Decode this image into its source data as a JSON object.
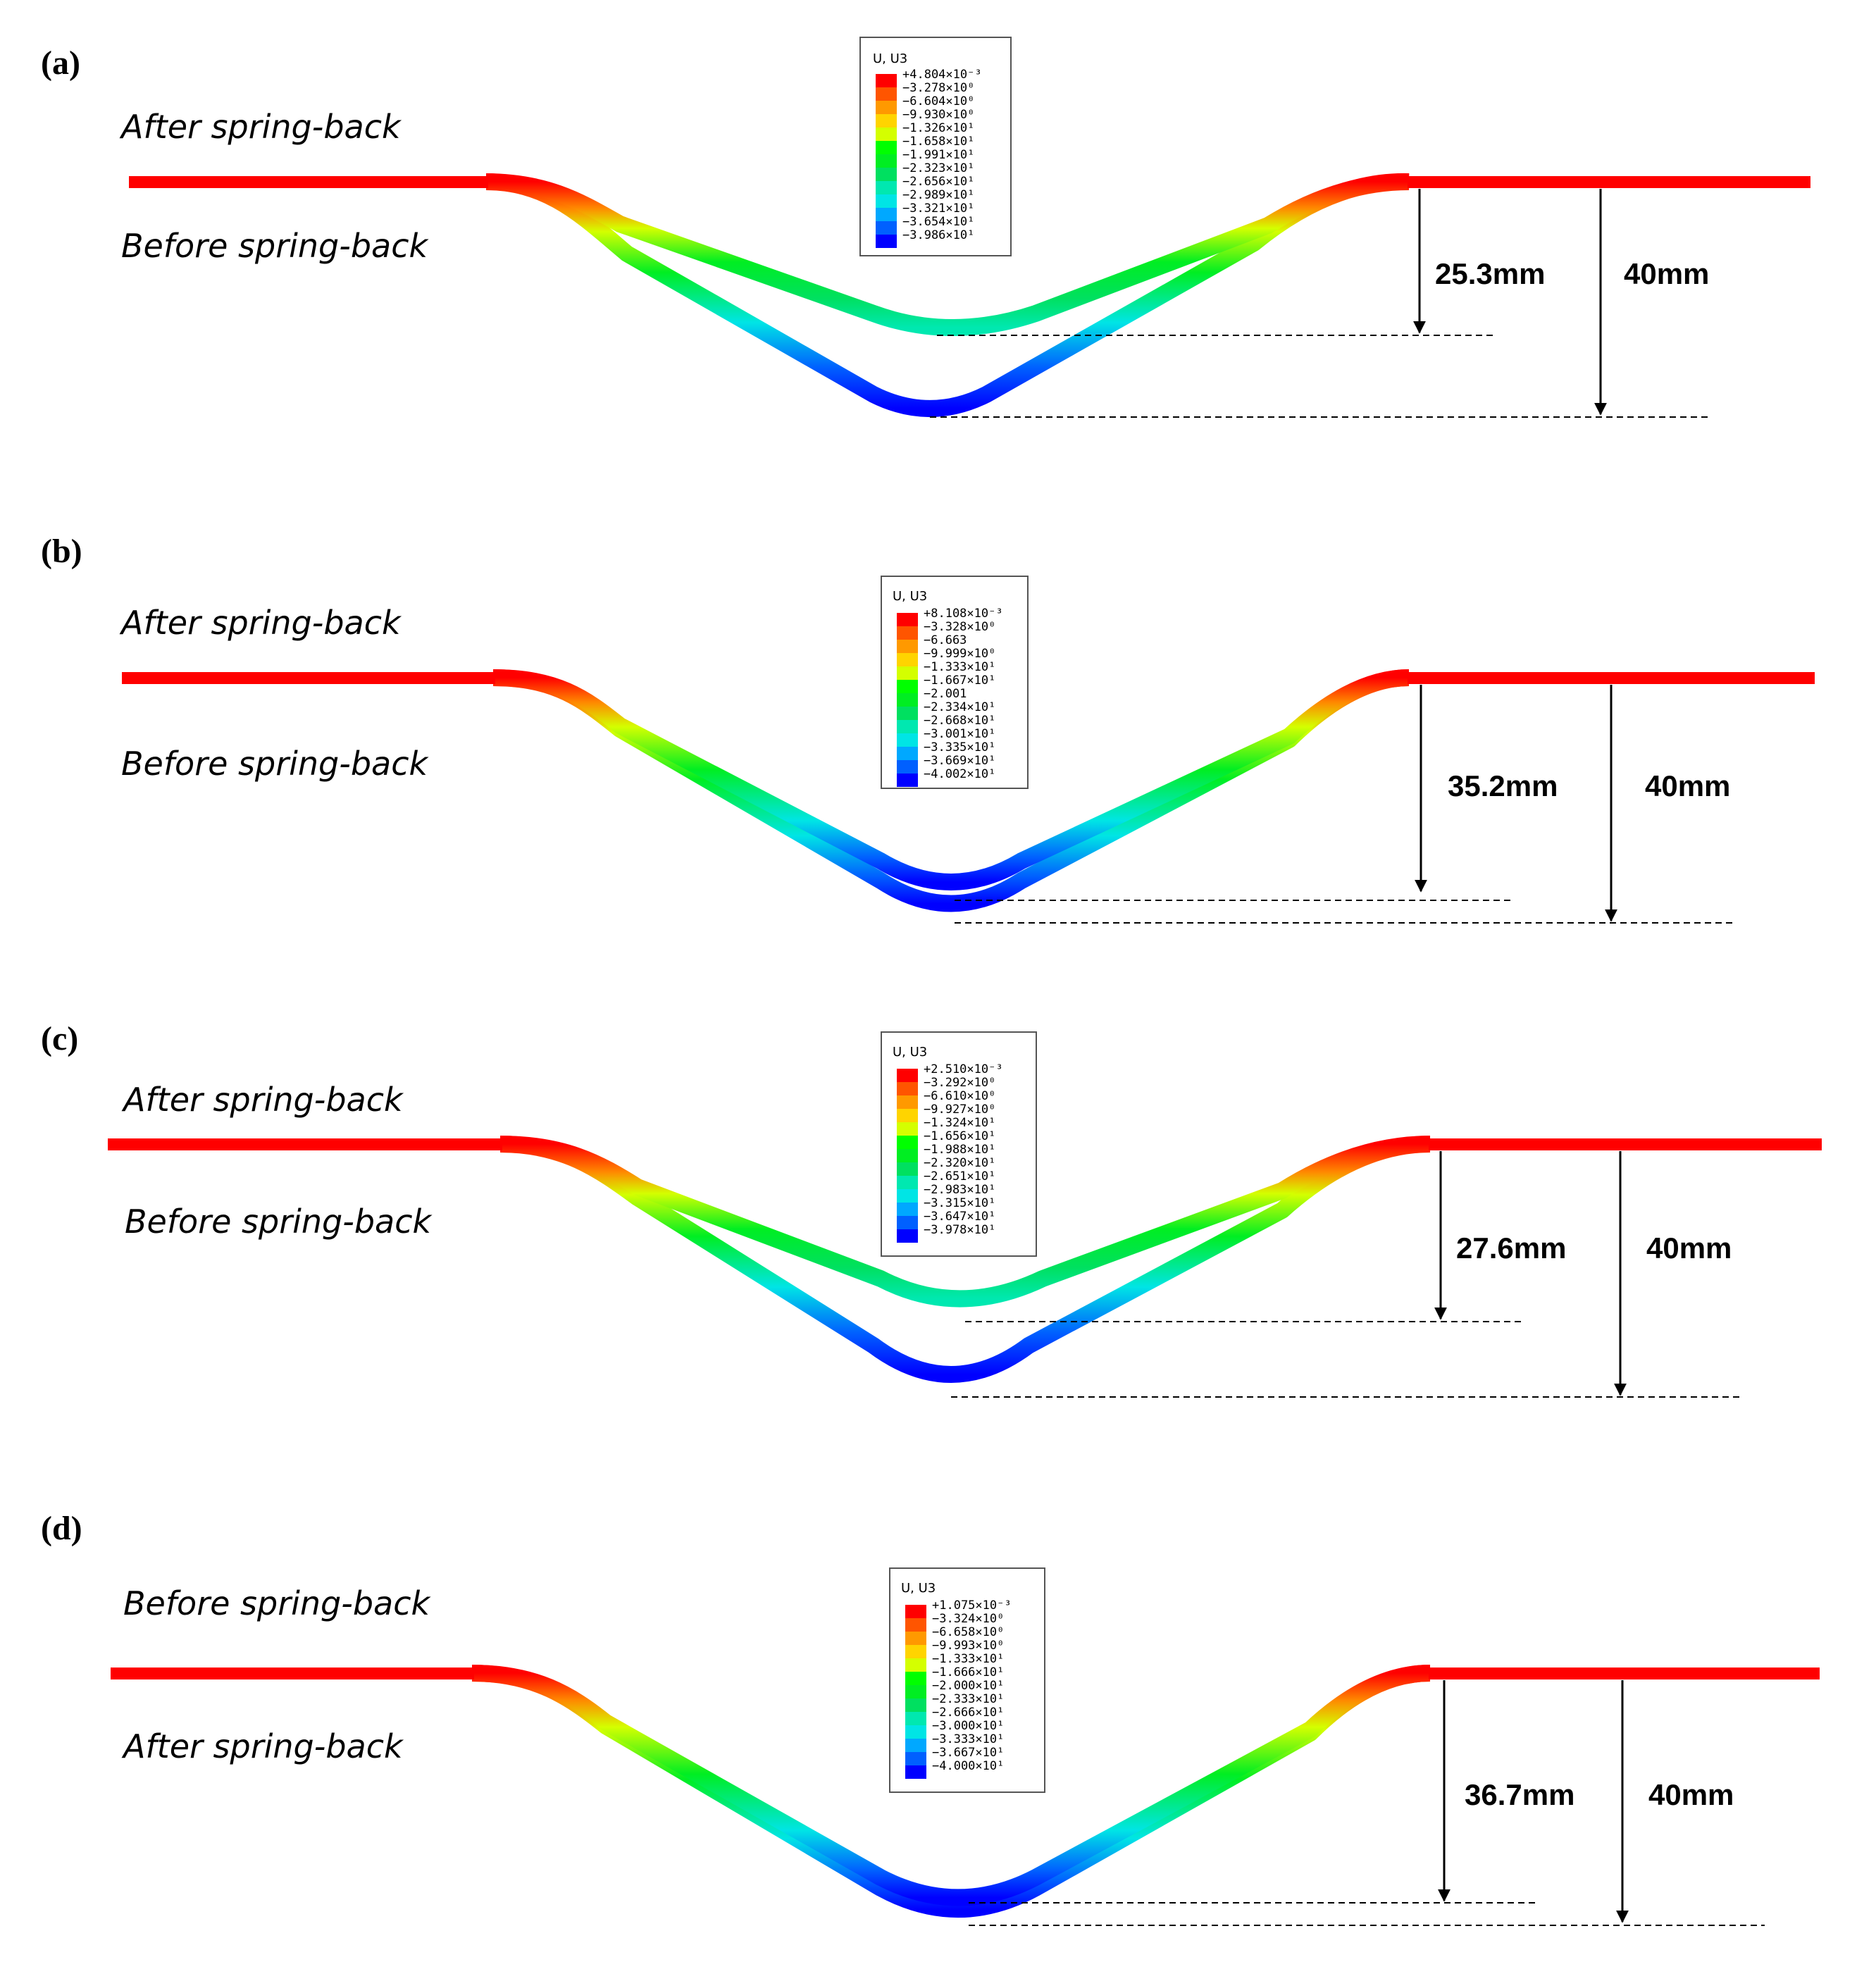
{
  "colors": {
    "contour": [
      "#ff0000",
      "#ff5500",
      "#ff9900",
      "#ffd400",
      "#d4ff00",
      "#00ff00",
      "#00ee22",
      "#00e060",
      "#00e8b0",
      "#00e5e5",
      "#00a8ff",
      "#0060ff",
      "#0000ff"
    ],
    "background": "#ffffff",
    "annotation": "#000000"
  },
  "panels": [
    {
      "id": "a",
      "letter": "(a)",
      "label_top": "After spring-back",
      "label_bottom": "Before spring-back",
      "legend": {
        "title": "U, U3",
        "values": [
          "+4.804×10⁻³",
          "−3.278×10⁰",
          "−6.604×10⁰",
          "−9.930×10⁰",
          "−1.326×10¹",
          "−1.658×10¹",
          "−1.991×10¹",
          "−2.323×10¹",
          "−2.656×10¹",
          "−2.989×10¹",
          "−3.321×10¹",
          "−3.654×10¹",
          "−3.986×10¹"
        ]
      },
      "shallow_depth_label": "25.3mm",
      "full_depth_label": "40mm",
      "shallow_depth_mm": 25.3,
      "full_depth_mm": 40
    },
    {
      "id": "b",
      "letter": "(b)",
      "label_top": "After spring-back",
      "label_bottom": "Before spring-back",
      "legend": {
        "title": "U, U3",
        "values": [
          "+8.108×10⁻³",
          "−3.328×10⁰",
          "−6.663",
          "−9.999×10⁰",
          "−1.333×10¹",
          "−1.667×10¹",
          "−2.001",
          "−2.334×10¹",
          "−2.668×10¹",
          "−3.001×10¹",
          "−3.335×10¹",
          "−3.669×10¹",
          "−4.002×10¹"
        ]
      },
      "shallow_depth_label": "35.2mm",
      "full_depth_label": "40mm",
      "shallow_depth_mm": 35.2,
      "full_depth_mm": 40
    },
    {
      "id": "c",
      "letter": "(c)",
      "label_top": "After spring-back",
      "label_bottom": "Before spring-back",
      "legend": {
        "title": "U, U3",
        "values": [
          "+2.510×10⁻³",
          "−3.292×10⁰",
          "−6.610×10⁰",
          "−9.927×10⁰",
          "−1.324×10¹",
          "−1.656×10¹",
          "−1.988×10¹",
          "−2.320×10¹",
          "−2.651×10¹",
          "−2.983×10¹",
          "−3.315×10¹",
          "−3.647×10¹",
          "−3.978×10¹"
        ]
      },
      "shallow_depth_label": "27.6mm",
      "full_depth_label": "40mm",
      "shallow_depth_mm": 27.6,
      "full_depth_mm": 40
    },
    {
      "id": "d",
      "letter": "(d)",
      "label_top": "Before spring-back",
      "label_bottom": "After spring-back",
      "legend": {
        "title": "U, U3",
        "values": [
          "+1.075×10⁻³",
          "−3.324×10⁰",
          "−6.658×10⁰",
          "−9.993×10⁰",
          "−1.333×10¹",
          "−1.666×10¹",
          "−2.000×10¹",
          "−2.333×10¹",
          "−2.666×10¹",
          "−3.000×10¹",
          "−3.333×10¹",
          "−3.667×10¹",
          "−4.000×10¹"
        ]
      },
      "shallow_depth_label": "36.7mm",
      "full_depth_label": "40mm",
      "shallow_depth_mm": 36.7,
      "full_depth_mm": 40
    }
  ]
}
